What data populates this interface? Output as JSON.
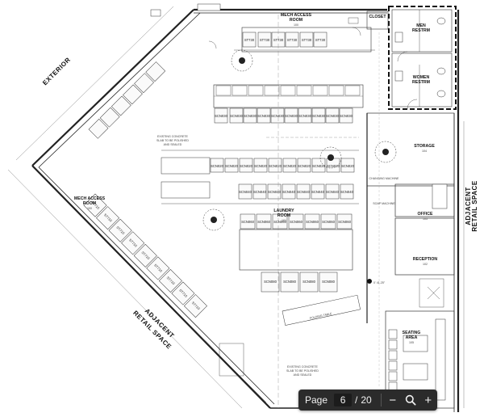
{
  "labels": {
    "exterior": "EXTERIOR",
    "adjacent_left": "ADJACENT",
    "adjacent_left_2": "RETAIL SPACE",
    "adjacent_right": "ADJACENT",
    "adjacent_right_2": "RETAIL SPACE",
    "mech_access_top": "MECH ACCESS",
    "mech_access_top_2": "ROOM",
    "mech_access_top_num": "100",
    "mech_access_left": "MECH ACCESS",
    "mech_access_left_2": "ROOM",
    "mech_access_left_num": "100",
    "laundry": "LAUNDRY",
    "laundry_2": "ROOM",
    "laundry_num": "101",
    "storage": "STORAGE",
    "storage_num": "104",
    "office": "OFFICE",
    "office_num": "103",
    "reception": "RECEPTION",
    "reception_num": "102",
    "seating": "SEATING",
    "seating_2": "AREA",
    "seating_num": "105",
    "closet": "CLOSET",
    "mens": "MEN",
    "mens_2": "RESTRM",
    "womens": "WOMEN",
    "womens_2": "RESTRM",
    "folding_table": "FOLDING TABLE",
    "finish_note_1": "EXISTING CONCRETE",
    "finish_note_2": "SLAB TO BE POLISHED",
    "finish_note_3": "AND SEALED",
    "changing_machine": "CHANGING MACHINE",
    "soap_machine": "SOAP MACHINE",
    "elevation": "0' 41.25\""
  },
  "machines": {
    "dryer_stack": "ST730",
    "washer_a": "SCN030",
    "washer_b": "SCN020",
    "washer_c": "SCN040",
    "washer_d": "SCN060",
    "washer_e": "SCN080",
    "diag_dryer": "ST710"
  },
  "toolbar": {
    "page_label": "Page",
    "current_page": "6",
    "separator": "/",
    "total_pages": "20",
    "zoom_out": "−",
    "zoom_in": "+"
  }
}
